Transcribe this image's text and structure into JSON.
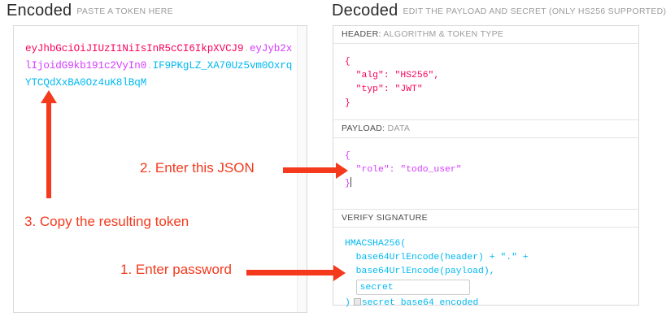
{
  "encoded": {
    "title": "Encoded",
    "subtitle": "PASTE A TOKEN HERE",
    "token": {
      "header": "eyJhbGciOiJIUzI1NiIsInR5cCI6IkpXVCJ9",
      "payload": "eyJyb2xlIjoidG9kb191c2VyIn0",
      "signature": "IF9PKgLZ_XA70Uz5vm0OxrqYTCQdXxBA0Oz4uK8lBqM",
      "separator": "."
    },
    "token_full": "eyJhbGciOiJIUzI1NiIsInR5cCI6IkpXVCJ9.eyJyb2xlIjoidG9kb191c2VyIn0.IF9PKgLZ_XA70Uz5vm0OxrqYTCQdXxBA0Oz4uK8lBqM"
  },
  "decoded": {
    "title": "Decoded",
    "subtitle": "EDIT THE PAYLOAD AND SECRET (ONLY HS256 SUPPORTED)",
    "header_section": {
      "label_bold": "HEADER:",
      "label_rest": " ALGORITHM & TOKEN TYPE",
      "body": "{\n  \"alg\": \"HS256\",\n  \"typ\": \"JWT\"\n}"
    },
    "payload_section": {
      "label_bold": "PAYLOAD:",
      "label_rest": " DATA",
      "body_line1": "{",
      "body_line2": "  \"role\": \"todo_user\"",
      "body_line3": "}"
    },
    "signature_section": {
      "label_bold": "VERIFY SIGNATURE",
      "label_rest": "",
      "line1": "HMACSHA256(",
      "line2": "  base64UrlEncode(header) + \".\" +",
      "line3": "  base64UrlEncode(payload),",
      "secret_value": "secret",
      "secret_placeholder": "secret",
      "close_paren": ")",
      "checkbox_label": "secret base64 encoded",
      "checkbox_checked": false
    }
  },
  "annotations": {
    "step1": "1. Enter password",
    "step2": "2. Enter this JSON",
    "step3": "3. Copy the resulting token"
  },
  "colors": {
    "annotation": "#f4391d",
    "header_token": "#fb015b",
    "payload_token": "#d63aff",
    "signature_token": "#00b9f1",
    "panel_border": "#d9d9d9"
  }
}
